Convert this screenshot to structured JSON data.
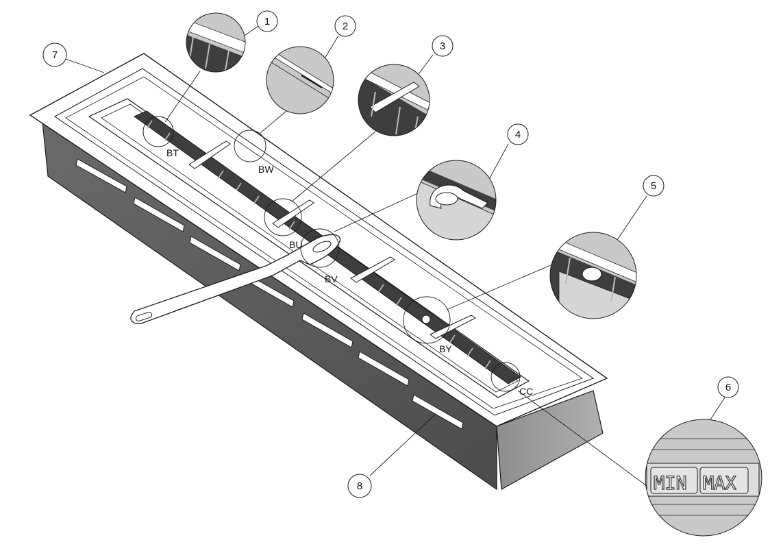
{
  "diagram": {
    "callouts": [
      "1",
      "2",
      "3",
      "4",
      "5",
      "6",
      "7",
      "8"
    ],
    "view_labels": {
      "bt": "BT",
      "bw": "BW",
      "bu": "BU",
      "bv": "BV",
      "by": "BY",
      "cc": "CC"
    },
    "detail_6_text": {
      "min": "MIN",
      "max": "MAX"
    },
    "colors": {
      "line": "#1a1a1a",
      "side_dark": "#5e5e5e",
      "side_light": "#9a9a9a",
      "top_surface": "#ffffff",
      "detail_fill": "#c9c9c9",
      "slot_dark": "#3a3a3a"
    }
  }
}
